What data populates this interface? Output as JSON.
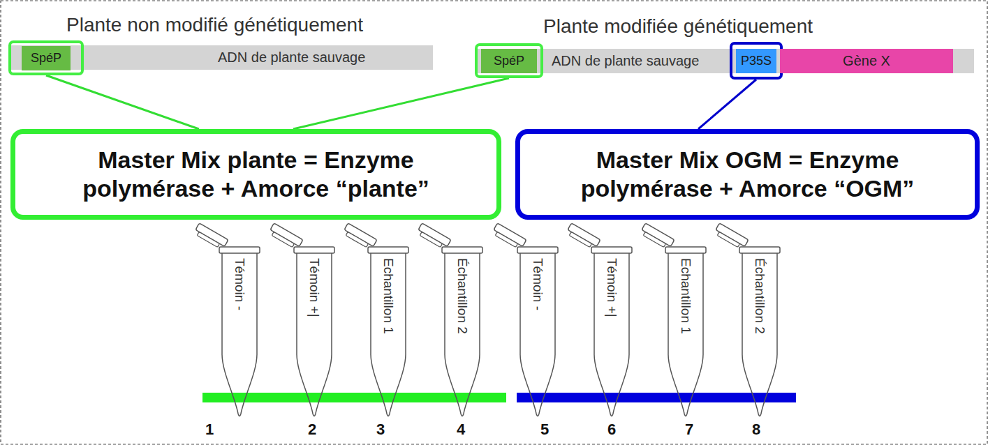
{
  "diagram": {
    "nodes": [
      {
        "text": [
          "Plante non modifié génétiquement",
          "ADN de plante sauvage"
        ]
      },
      {
        "text": [
          "SpéP"
        ],
        "in": 0
      },
      {
        "text": [
          "Plante modifiée génétiquement",
          "ADN de plante sauvage"
        ]
      },
      {
        "text": [
          "SpéP"
        ],
        "in": 2
      },
      {
        "text": [
          "P35S"
        ],
        "in": 2
      },
      {
        "text": [
          "Gène X"
        ],
        "in": 2
      },
      {
        "text": [
          "Master Mix plante = Enzyme polymérase + Amorce “plante”"
        ]
      },
      {
        "text": [
          "Master Mix OGM = Enzyme polymérase + Amorce “OGM”"
        ]
      },
      {
        "text": [
          "Témoin -"
        ]
      },
      {
        "text": [
          "Témoin +|"
        ]
      },
      {
        "text": [
          "Echantillon 1"
        ]
      },
      {
        "text": [
          "Échantillon 2"
        ]
      },
      {
        "text": [
          "Témoin -"
        ]
      },
      {
        "text": [
          "Témoin +|"
        ]
      },
      {
        "text": [
          "Echantillon 1"
        ]
      },
      {
        "text": [
          "Échantillon 2"
        ]
      }
    ],
    "edges": [
      {
        "from": 1,
        "to": 6,
        "arrow": "none"
      },
      {
        "from": 3,
        "to": 6,
        "arrow": "none"
      },
      {
        "from": 4,
        "to": 7,
        "arrow": "none"
      }
    ],
    "labels": [
      "1",
      "2",
      "3",
      "4",
      "5",
      "6",
      "7",
      "8"
    ]
  }
}
